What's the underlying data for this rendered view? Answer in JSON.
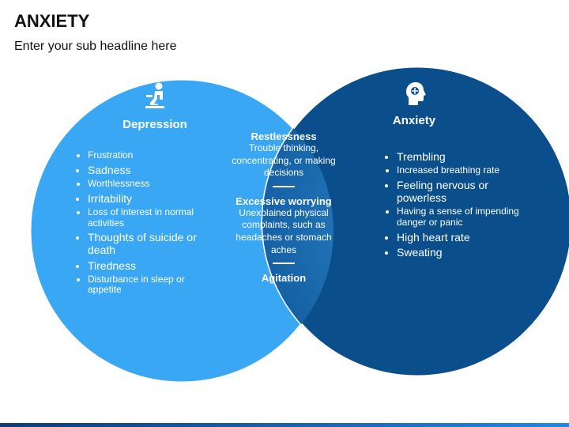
{
  "header": {
    "title": "ANXIETY",
    "subtitle": "Enter your sub headline here"
  },
  "colors": {
    "left": "#3aa7f5",
    "right": "#0a4f8c",
    "center": "#1c6bb0",
    "text": "#ffffff"
  },
  "left": {
    "title": "Depression",
    "icon": "person-sitting-icon",
    "items": [
      {
        "text": "Frustration",
        "size": "sm"
      },
      {
        "text": "Sadness",
        "size": "lg"
      },
      {
        "text": "Worthlessness",
        "size": "sm"
      },
      {
        "text": "Irritability",
        "size": "lg"
      },
      {
        "text": "Loss of interest in normal activities",
        "size": "sm"
      },
      {
        "text": "Thoughts of suicide or death",
        "size": "lg"
      },
      {
        "text": "Tiredness",
        "size": "lg"
      },
      {
        "text": "Disturbance in sleep or appetite",
        "size": "sm"
      }
    ]
  },
  "right": {
    "title": "Anxiety",
    "icon": "head-brain-icon",
    "items": [
      {
        "text": "Trembling",
        "size": "lg"
      },
      {
        "text": "Increased breathing rate",
        "size": "sm"
      },
      {
        "text": "Feeling nervous or powerless",
        "size": "lg"
      },
      {
        "text": "Having a sense of impending danger or panic",
        "size": "sm"
      },
      {
        "text": "High heart rate",
        "size": "lg"
      },
      {
        "text": "Sweating",
        "size": "lg"
      }
    ]
  },
  "center": {
    "blocks": [
      {
        "heading": "Restlessness",
        "text": "Trouble thinking, concentrating, or making decisions"
      },
      {
        "heading": "Excessive worrying",
        "text": "Unexplained physical complaints, such as headaches or stomach aches"
      },
      {
        "heading": "Agitation",
        "text": ""
      }
    ]
  }
}
